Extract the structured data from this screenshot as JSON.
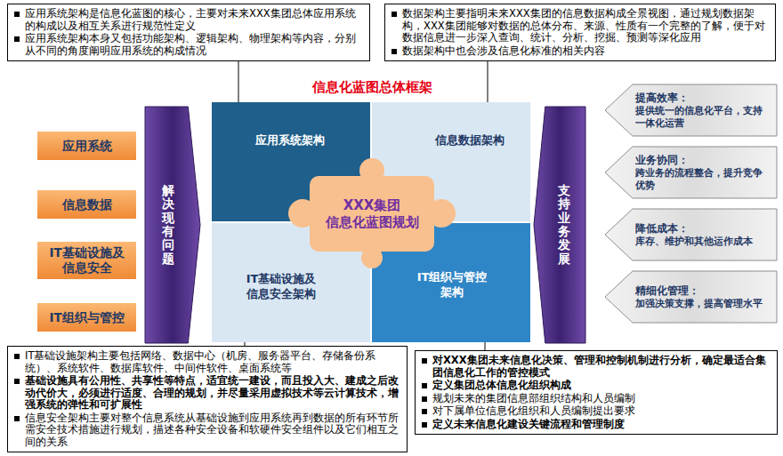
{
  "diagram": {
    "title": "信息化蓝图总体框架",
    "nodes": [
      {
        "text": [
          "应用系统架构是信息化蓝图的核心，主要对未来XXX集团总体应用系统的构成以及相互关系进行规范性定义",
          "应用系统架构本身又包括功能架构、逻辑架构、物理架构等内容，分别从不同的角度阐明应用系统的构成情况"
        ]
      },
      {
        "text": [
          "数据架构主要指明未来XXX集团的信息数据构成全景视图，通过规划数据架构，XXX集团能够对数据的总体分布、来源、性质有一个完整的了解，便于对数据信息进一步深入查询、统计、分析、挖掘、预测等深化应用",
          "数据架构中也会涉及信息化标准的相关内容"
        ]
      },
      {
        "text": [
          "应用系统"
        ]
      },
      {
        "text": [
          "信息数据"
        ]
      },
      {
        "text": [
          "IT基础设施及 信息安全"
        ]
      },
      {
        "text": [
          "IT组织与管控"
        ]
      },
      {
        "text": [
          "解决现有问题"
        ]
      },
      {
        "text": [
          "应用系统架构"
        ]
      },
      {
        "text": [
          "信息数据架构"
        ]
      },
      {
        "text": [
          "IT基础设施及 信息安全架构"
        ]
      },
      {
        "text": [
          "IT组织与管控 架构"
        ]
      },
      {
        "text": [
          "XXX集团 信息化蓝图规划"
        ]
      },
      {
        "text": [
          "支持业务发展"
        ]
      },
      {
        "text": [
          "提高效率：",
          "提供统一的信息化平台，支持一体化运营"
        ]
      },
      {
        "text": [
          "业务协同：",
          "跨业务的流程整合，提升竞争优势"
        ]
      },
      {
        "text": [
          "降低成本：",
          "库存、维护和其他运作成本"
        ]
      },
      {
        "text": [
          "精细化管理：",
          "加强决策支撑，提高管理水平"
        ]
      },
      {
        "text": [
          "IT基础设施架构主要包括网络、数据中心（机房、服务器平台、存储备份系统）、系统软件、数据库软件、中间件软件、桌面系统等",
          "基础设施具有公用性、共享性等特点，适宜统一建设，而且投入大、建成之后改动代价大，必须进行适度、合理的规划，并尽量采用虚拟技术等云计算技术，增强系统的弹性和可扩展性",
          "信息安全架构主要对整个信息系统从基础设施到应用系统再到数据的所有环节所需安全技术措施进行规划，描述各种安全设备和软硬件安全组件以及它们相互之间的关系"
        ]
      },
      {
        "text": [
          "对XXX集团未来信息化决策、管理和控制机制进行分析，确定最适合集团信息化工作的管控模式",
          "定义集团总体信息化组织构成",
          "规划未来的集团信息部组织结构和人员编制",
          "对下属单位信息化组织和人员编制提出要求",
          "定义未来信息化建设关键流程和管理制度"
        ]
      }
    ],
    "edges": [
      {
        "from": 0,
        "to": 7,
        "arrow": "none"
      },
      {
        "from": 1,
        "to": 8,
        "arrow": "none"
      },
      {
        "from": 17,
        "to": 9,
        "arrow": "none"
      },
      {
        "from": 18,
        "to": 10,
        "arrow": "none"
      }
    ]
  }
}
